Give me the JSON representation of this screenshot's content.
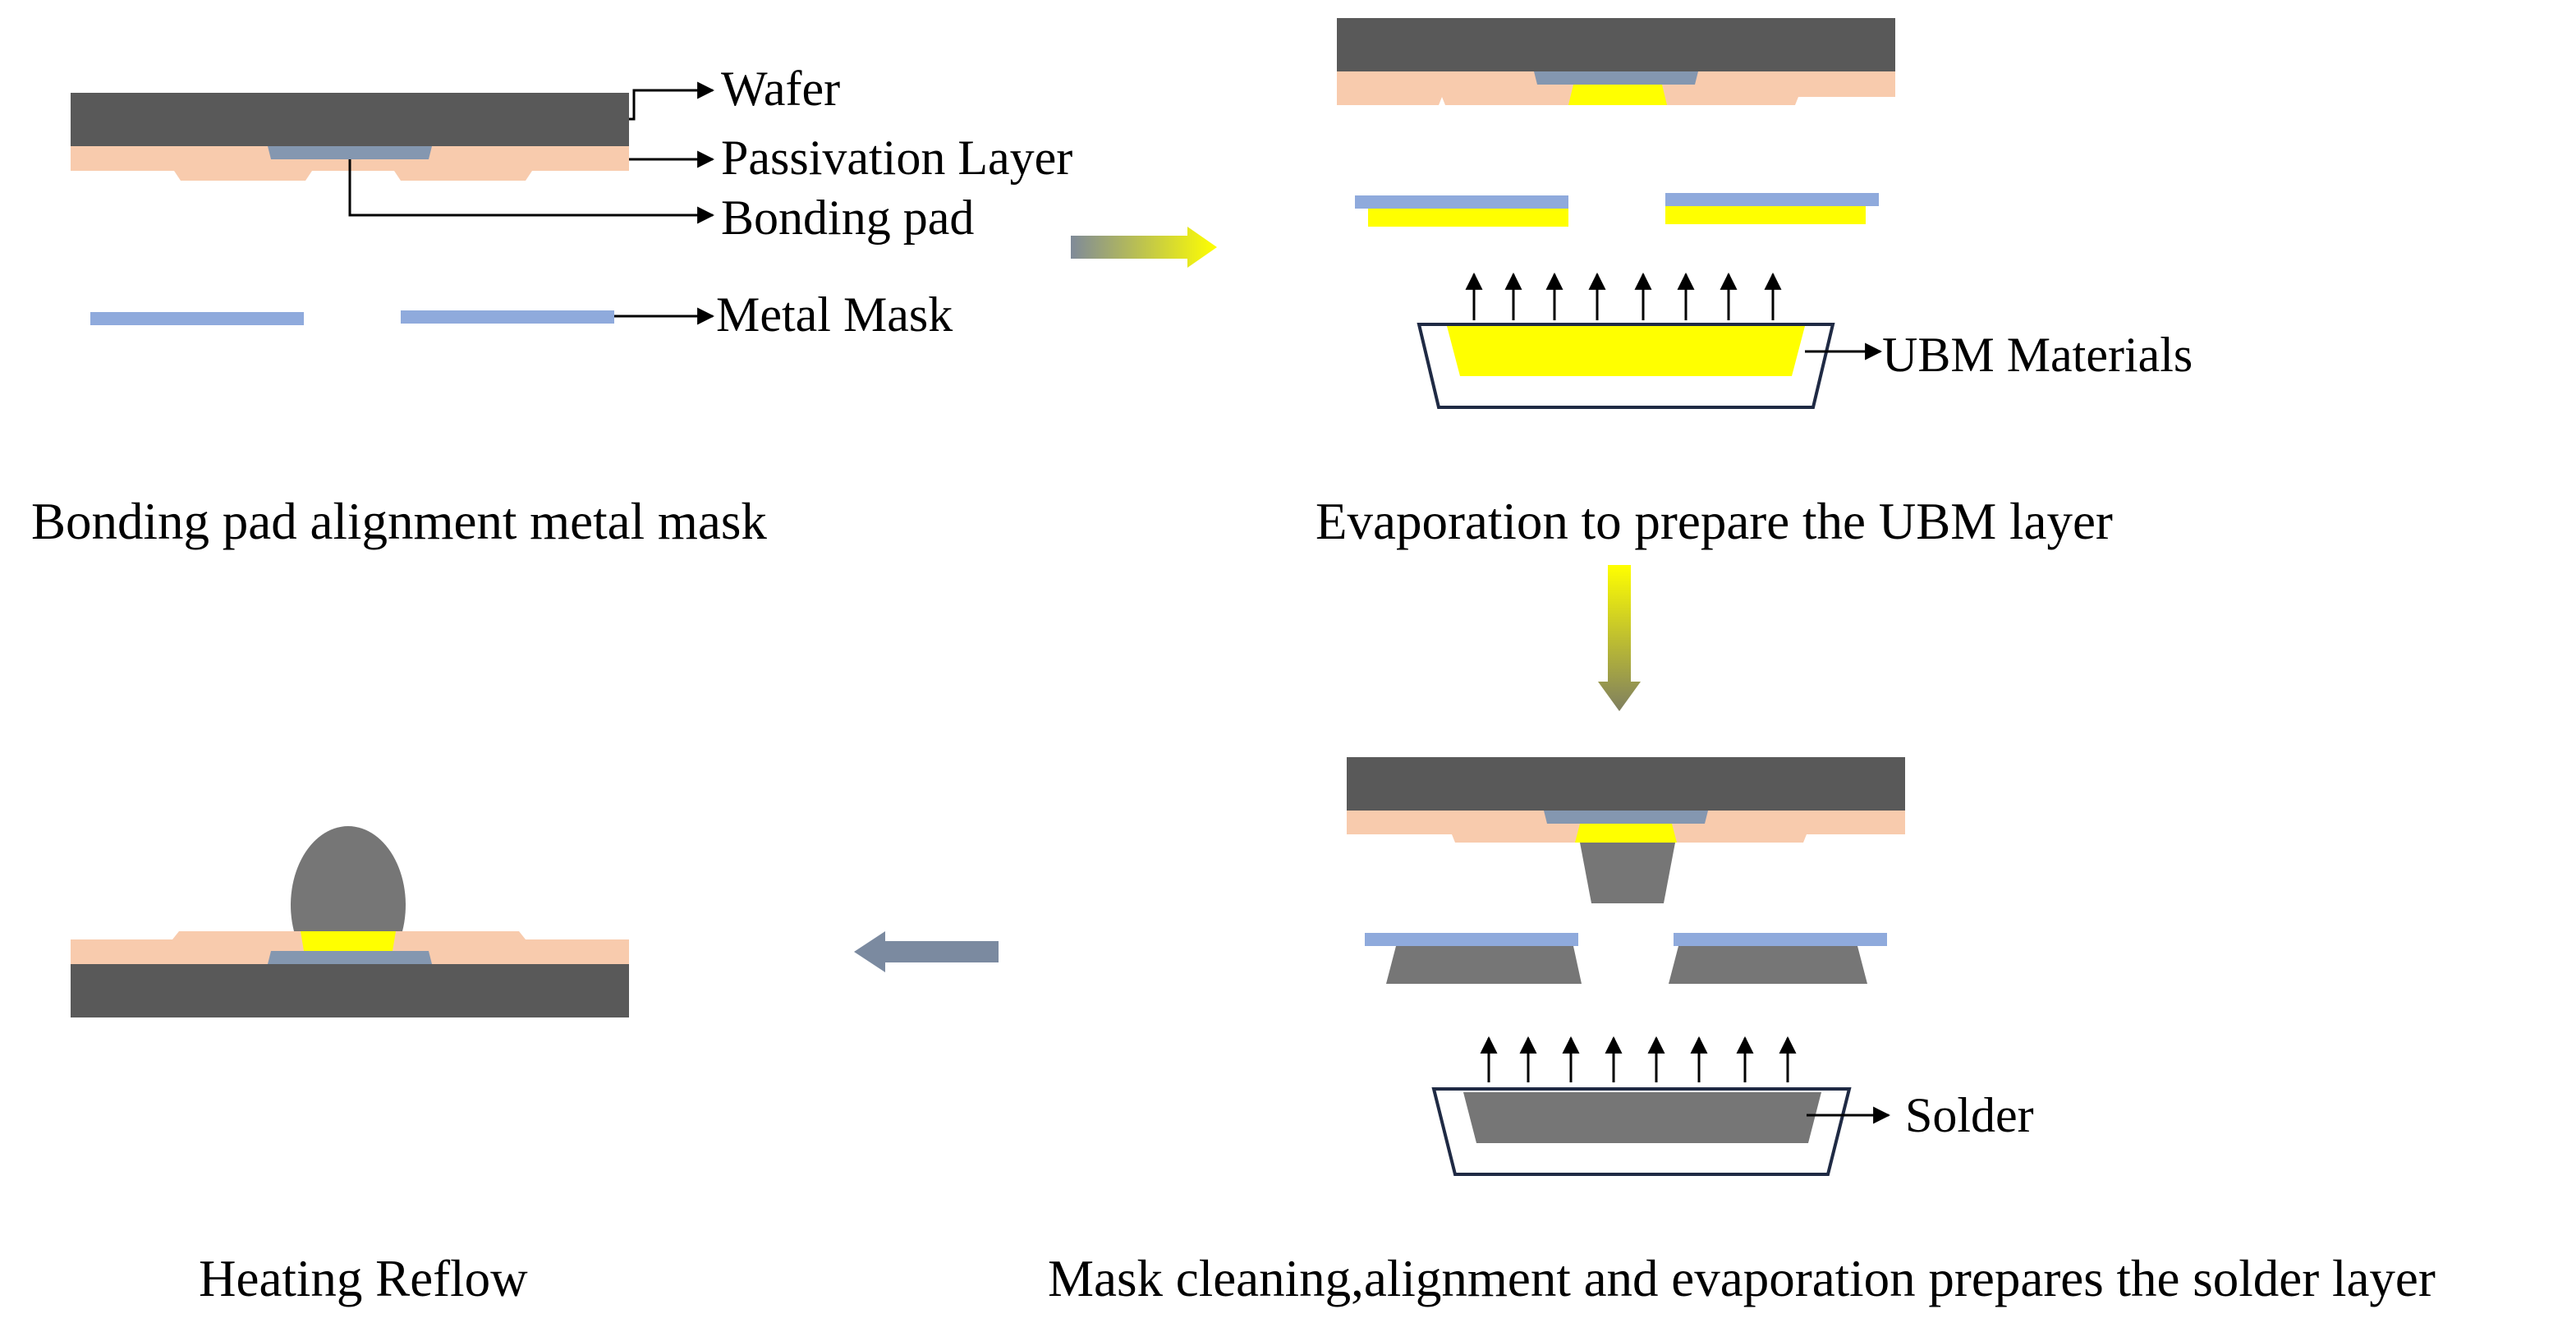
{
  "labels": {
    "wafer": "Wafer",
    "passivation": "Passivation Layer",
    "bonding_pad": "Bonding pad",
    "metal_mask": "Metal Mask",
    "ubm_materials": "UBM Materials",
    "solder": "Solder"
  },
  "captions": {
    "step1": "Bonding pad alignment metal mask",
    "step2": "Evaporation to prepare the UBM layer",
    "step3": "Mask cleaning,alignment and evaporation prepares the solder layer",
    "step4": "Heating Reflow"
  },
  "colors": {
    "wafer": "#595959",
    "passivation": "#F8CBAD",
    "pad": "#8497B0",
    "mask": "#8FAADC",
    "ubm": "#FFFF00",
    "solder": "#767676",
    "crucible_outline": "#1F2A44"
  },
  "icons": [
    "evaporation-arrow-icon",
    "process-flow-arrow-icon",
    "callout-arrow-icon"
  ]
}
